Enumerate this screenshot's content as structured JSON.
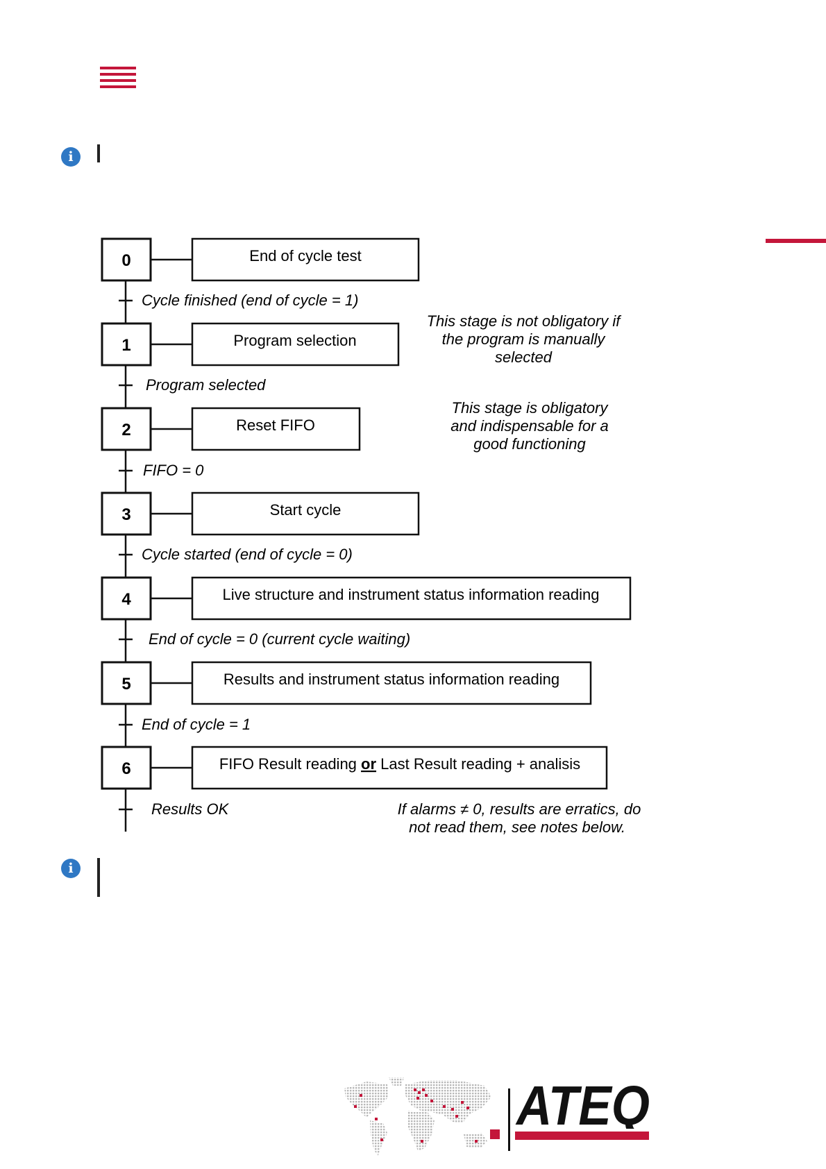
{
  "menu": {
    "icon": "menu-icon"
  },
  "info_icons": [
    {
      "glyph": "i"
    },
    {
      "glyph": "i"
    }
  ],
  "steps": [
    {
      "num": "0",
      "action": "End of cycle test"
    },
    {
      "num": "1",
      "action": "Program selection"
    },
    {
      "num": "2",
      "action": "Reset FIFO"
    },
    {
      "num": "3",
      "action": "Start cycle"
    },
    {
      "num": "4",
      "action": "Live structure and instrument status information reading"
    },
    {
      "num": "5",
      "action": "Results and instrument status information reading"
    },
    {
      "num": "6",
      "action_pre": "FIFO Result reading ",
      "action_or": "or",
      "action_post": " Last Result reading + analisis"
    }
  ],
  "transitions": [
    "Cycle finished (end of cycle = 1)",
    "Program selected",
    "FIFO = 0",
    "Cycle started (end of cycle = 0)",
    "End of cycle = 0 (current cycle waiting)",
    "End of cycle = 1",
    "Results OK"
  ],
  "notes": {
    "note1": [
      "This stage is not obligatory if",
      "the program is manually",
      "selected"
    ],
    "note2": [
      "This stage is obligatory",
      "and indispensable for a",
      "good functioning"
    ],
    "note3": [
      "If alarms ≠ 0, results are erratics, do",
      "not read them, see notes below."
    ]
  },
  "logo": {
    "text": "ATEQ"
  },
  "colors": {
    "accent": "#c4163a",
    "info": "#2f78c4"
  }
}
